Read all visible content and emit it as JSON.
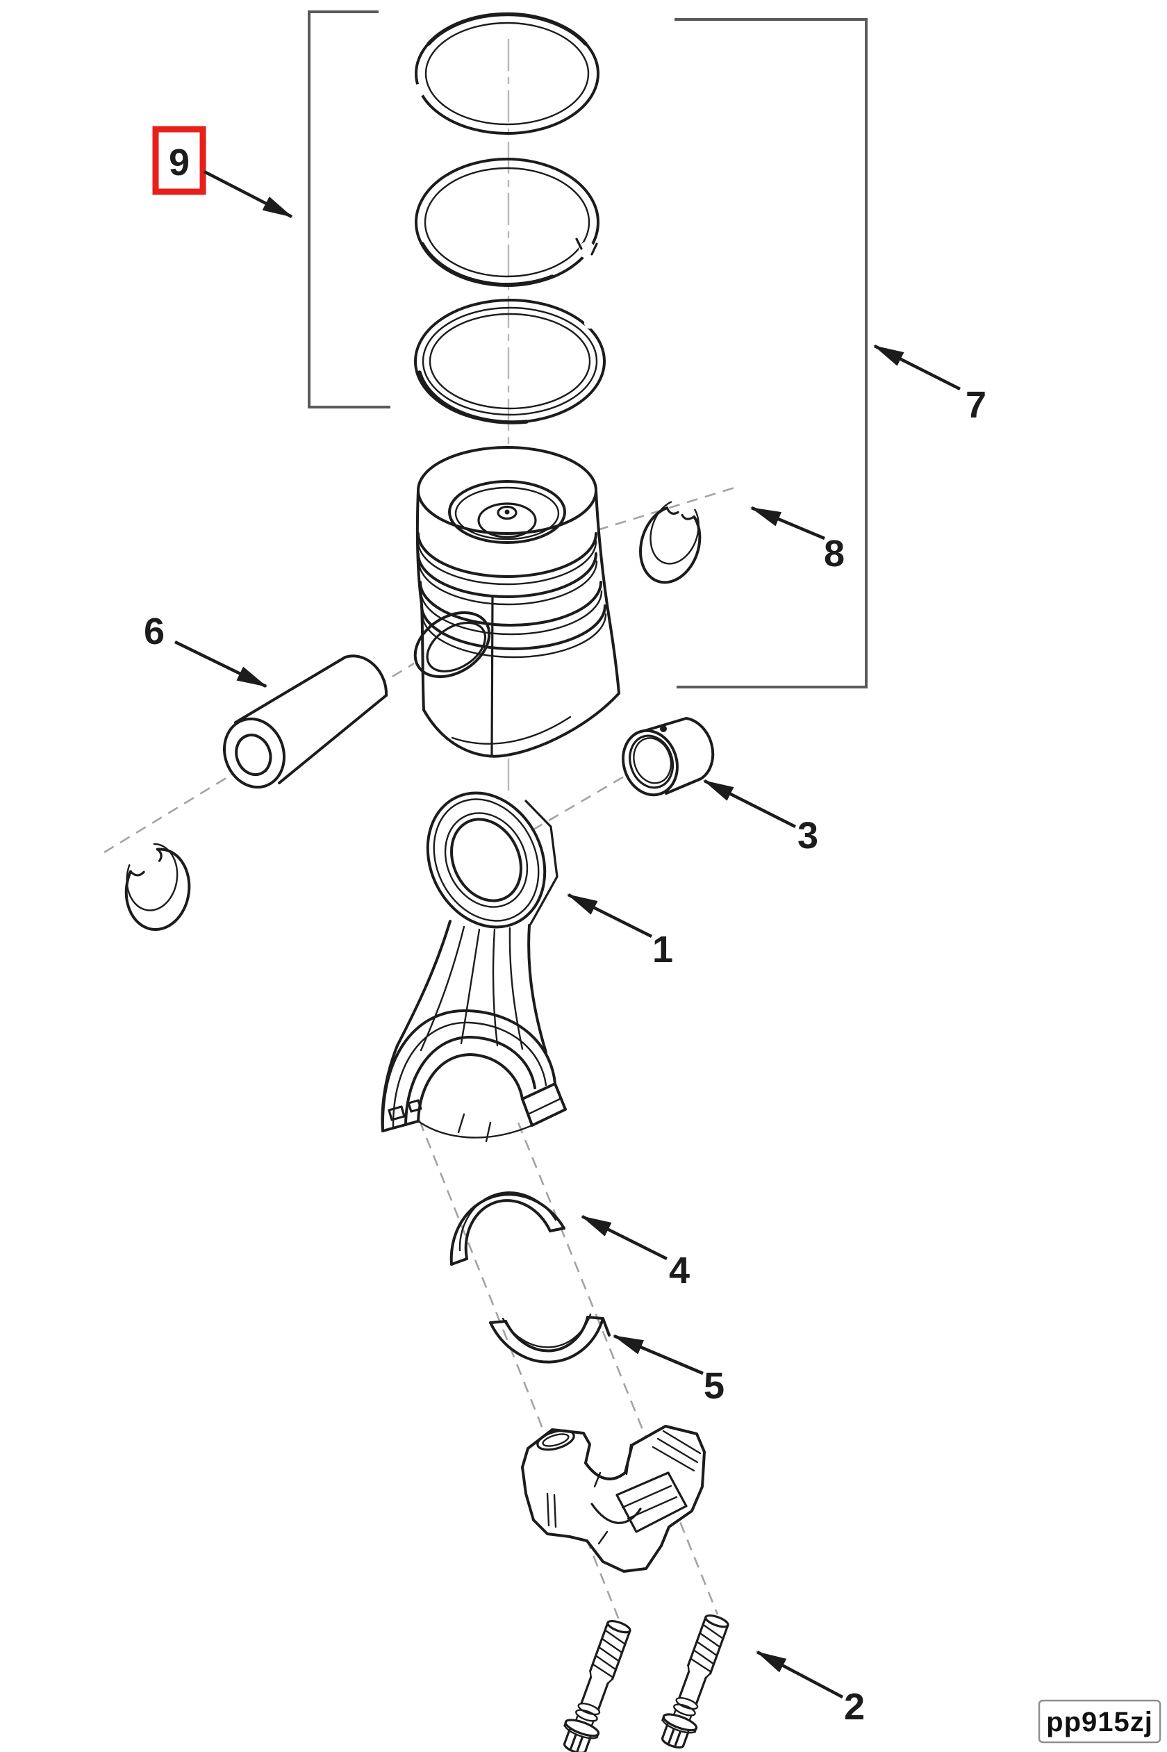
{
  "figure": {
    "code": "pp915zj",
    "highlighted_callout": "9",
    "colors": {
      "line": "#1c1c1c",
      "bracket": "#5a5a5a",
      "dash": "#a3a3a3",
      "highlight": "#e8201c",
      "bg": "#ffffff"
    },
    "callouts": {
      "c1": {
        "label": "1",
        "highlighted": false
      },
      "c2": {
        "label": "2",
        "highlighted": false
      },
      "c3": {
        "label": "3",
        "highlighted": false
      },
      "c4": {
        "label": "4",
        "highlighted": false
      },
      "c5": {
        "label": "5",
        "highlighted": false
      },
      "c6": {
        "label": "6",
        "highlighted": false
      },
      "c7": {
        "label": "7",
        "highlighted": false
      },
      "c8": {
        "label": "8",
        "highlighted": false
      },
      "c9": {
        "label": "9",
        "highlighted": true
      }
    }
  }
}
